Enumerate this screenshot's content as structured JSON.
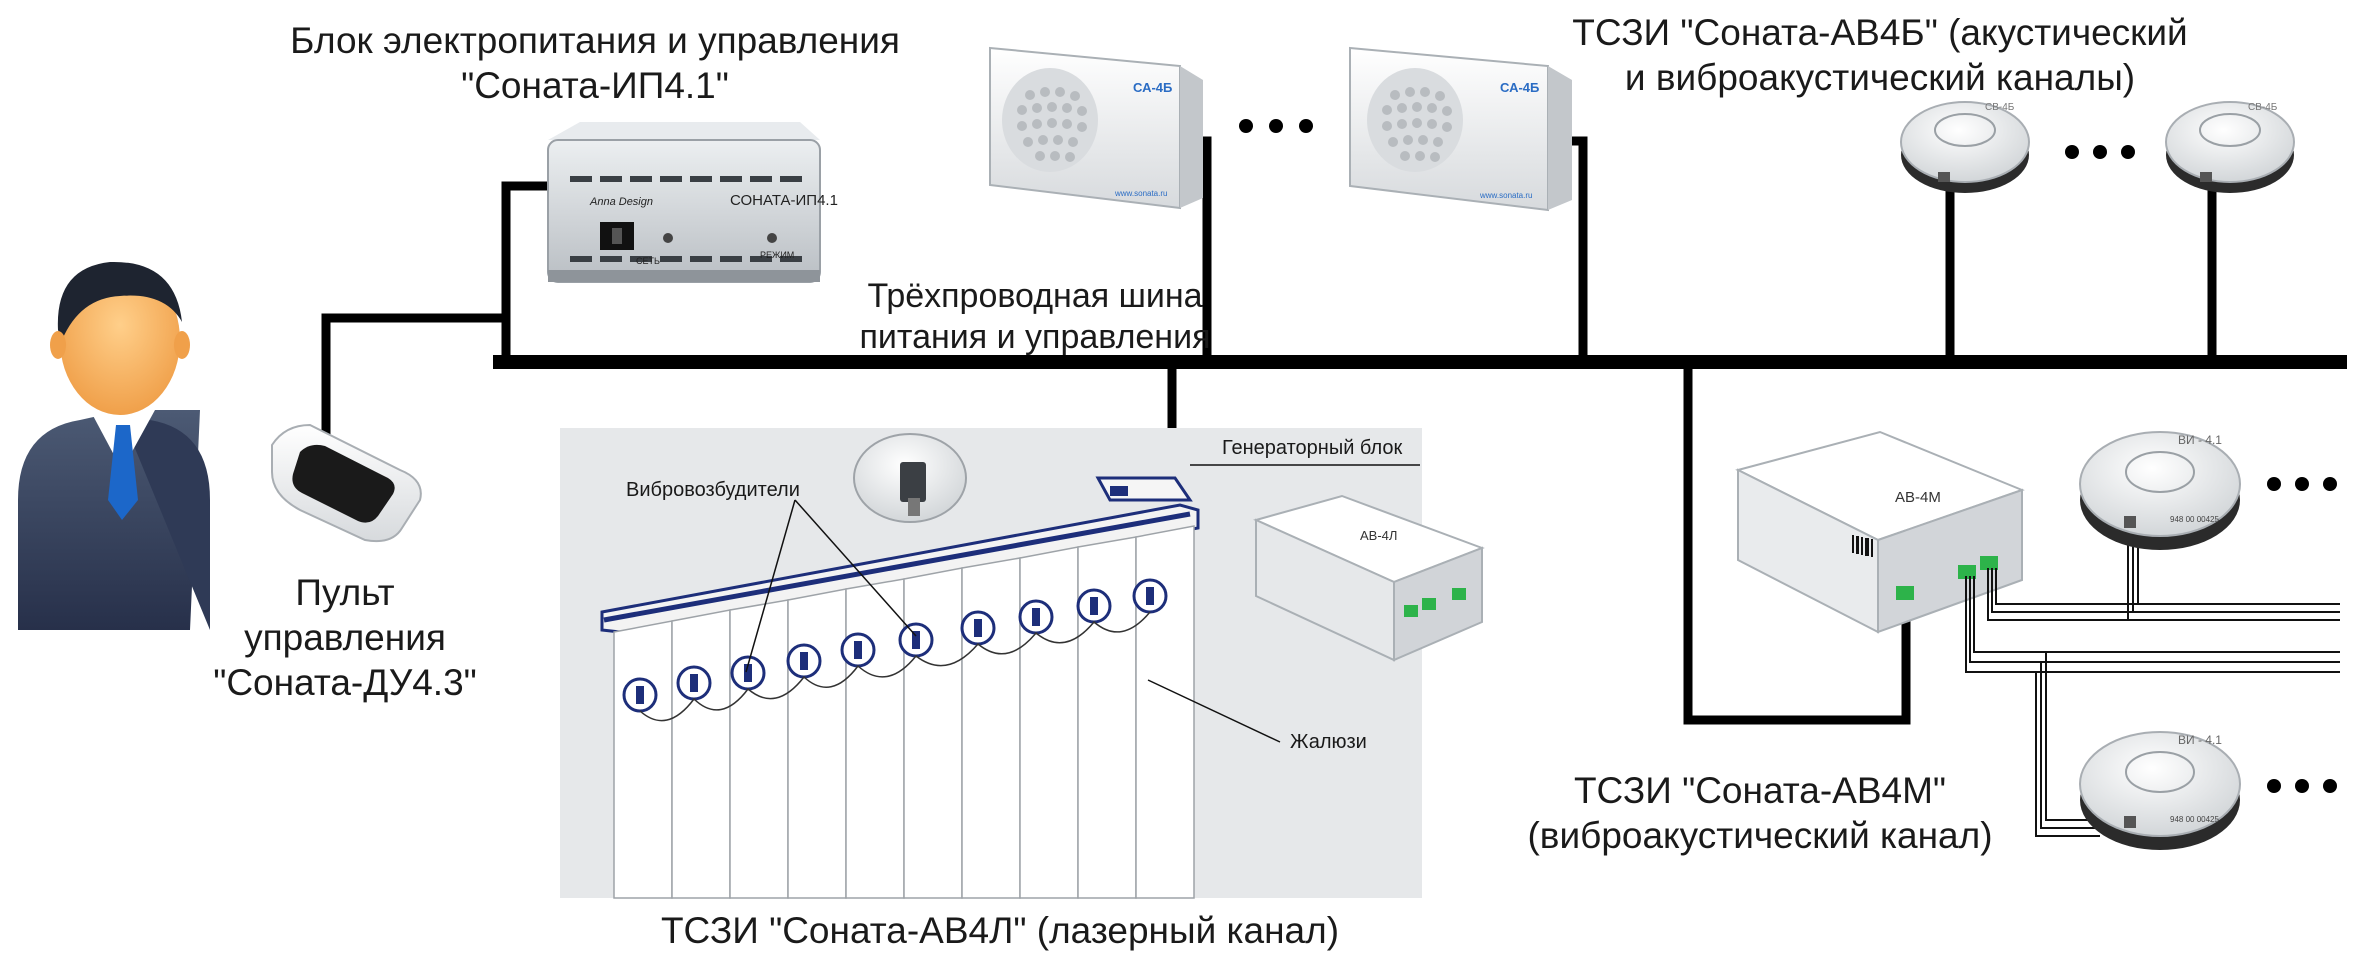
{
  "labels": {
    "psu_title_line1": "Блок электропитания и управления",
    "psu_title_line2": "\"Соната-ИП4.1\"",
    "av4b_line1": "ТСЗИ \"Соната-АВ4Б\" (акустический",
    "av4b_line2": "и виброакустический каналы)",
    "bus_line1": "Трёхпроводная шина",
    "bus_line2": "питания и управления",
    "remote_line1": "Пульт",
    "remote_line2": "управления",
    "remote_line3": "\"Соната-ДУ4.3\"",
    "av4l": "ТСЗИ \"Соната-АВ4Л\" (лазерный канал)",
    "av4m_line1": "ТСЗИ \"Соната-АВ4М\"",
    "av4m_line2": "(виброакустический канал)",
    "vibro": "Вибровозбудители",
    "generator": "Генераторный блок",
    "blinds": "Жалюзи"
  },
  "device_marks": {
    "psu_brand": "Anna Design",
    "psu_model": "СОНАТА-ИП4.1",
    "psu_network": "СЕТЬ",
    "psu_mode": "РЕЖИМ",
    "speaker_model": "СА-4Б",
    "speaker_site": "www.sonata.ru",
    "av4m_model": "АВ-4М",
    "av4l_model": "АВ-4Л",
    "sensor_model": "ВИ - 4.1",
    "sensor_small": "СВ-4Б",
    "sensor_number": "948 00 00425"
  },
  "continuation_dots": "• • •"
}
